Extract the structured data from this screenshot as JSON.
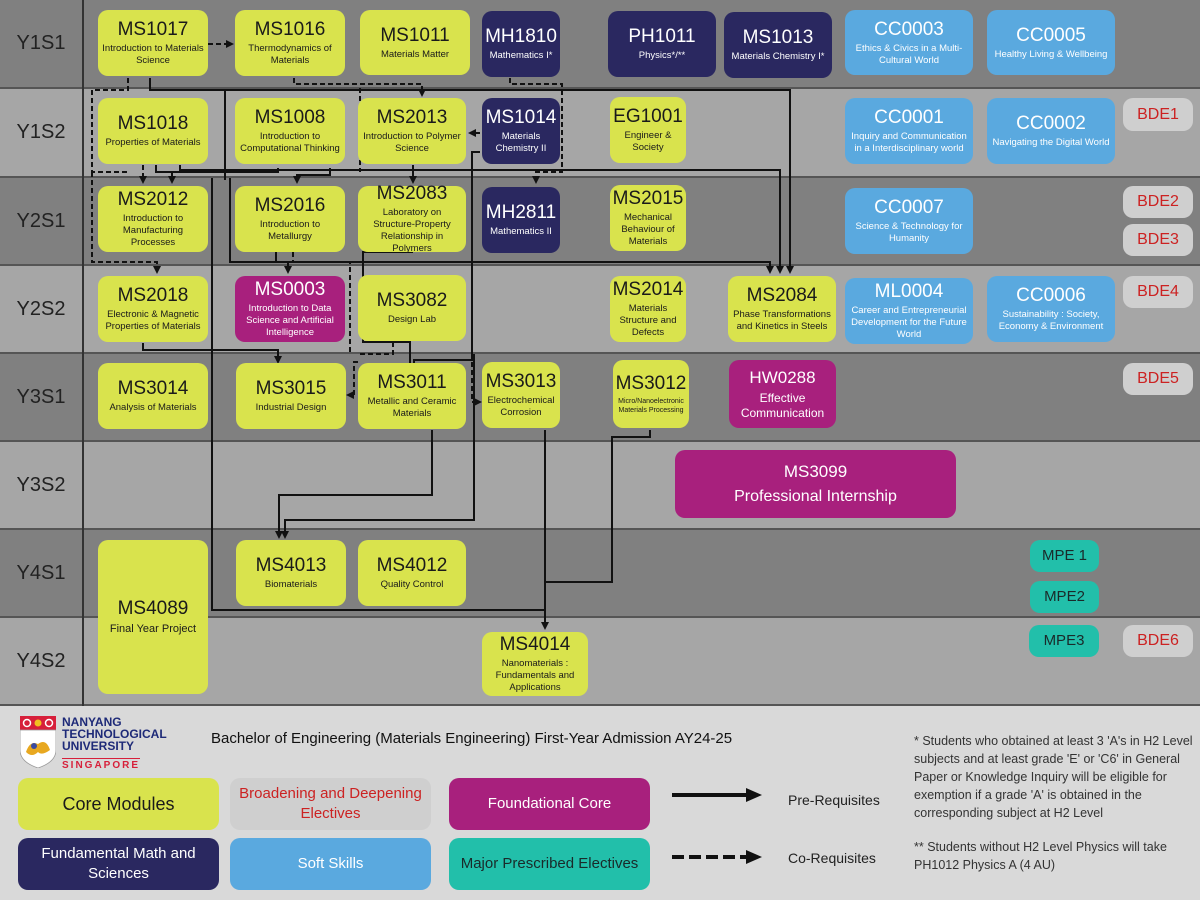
{
  "rows": [
    {
      "label": "Y1S1",
      "shade": "dark"
    },
    {
      "label": "Y1S2",
      "shade": "light"
    },
    {
      "label": "Y2S1",
      "shade": "dark"
    },
    {
      "label": "Y2S2",
      "shade": "light"
    },
    {
      "label": "Y3S1",
      "shade": "dark"
    },
    {
      "label": "Y3S2",
      "shade": "light"
    },
    {
      "label": "Y4S1",
      "shade": "dark"
    },
    {
      "label": "Y4S2",
      "shade": "light"
    }
  ],
  "modules": [
    {
      "code": "MS1017",
      "name": "Introduction to Materials Science",
      "type": "core",
      "term": "Y1S1"
    },
    {
      "code": "MS1016",
      "name": "Thermodynamics of Materials",
      "type": "core",
      "term": "Y1S1"
    },
    {
      "code": "MS1011",
      "name": "Materials Matter",
      "type": "core",
      "term": "Y1S1"
    },
    {
      "code": "MH1810",
      "name": "Mathematics I*",
      "type": "math",
      "term": "Y1S1"
    },
    {
      "code": "PH1011",
      "name": "Physics*/**",
      "type": "math",
      "term": "Y1S1"
    },
    {
      "code": "MS1013",
      "name": "Materials Chemistry I*",
      "type": "math",
      "term": "Y1S1"
    },
    {
      "code": "CC0003",
      "name": "Ethics & Civics in a Multi-Cultural World",
      "type": "soft",
      "term": "Y1S1"
    },
    {
      "code": "CC0005",
      "name": "Healthy Living & Wellbeing",
      "type": "soft",
      "term": "Y1S1"
    },
    {
      "code": "MS1018",
      "name": "Properties of Materials",
      "type": "core",
      "term": "Y1S2"
    },
    {
      "code": "MS1008",
      "name": "Introduction to Computational Thinking",
      "type": "core",
      "term": "Y1S2"
    },
    {
      "code": "MS2013",
      "name": "Introduction to Polymer Science",
      "type": "core",
      "term": "Y1S2"
    },
    {
      "code": "MS1014",
      "name": "Materials Chemistry II",
      "type": "math",
      "term": "Y1S2"
    },
    {
      "code": "EG1001",
      "name": "Engineer & Society",
      "type": "core",
      "term": "Y1S2"
    },
    {
      "code": "CC0001",
      "name": "Inquiry and Communication in a Interdisciplinary world",
      "type": "soft",
      "term": "Y1S2"
    },
    {
      "code": "CC0002",
      "name": "Navigating the Digital World",
      "type": "soft",
      "term": "Y1S2"
    },
    {
      "code": "BDE1",
      "name": "",
      "type": "bde",
      "term": "Y1S2"
    },
    {
      "code": "MS2012",
      "name": "Introduction to Manufacturing Processes",
      "type": "core",
      "term": "Y2S1"
    },
    {
      "code": "MS2016",
      "name": "Introduction to Metallurgy",
      "type": "core",
      "term": "Y2S1"
    },
    {
      "code": "MS2083",
      "name": "Laboratory on Structure-Property Relationship in Polymers",
      "type": "core",
      "term": "Y2S1"
    },
    {
      "code": "MH2811",
      "name": "Mathematics II",
      "type": "math",
      "term": "Y2S1"
    },
    {
      "code": "MS2015",
      "name": "Mechanical Behaviour of Materials",
      "type": "core",
      "term": "Y2S1"
    },
    {
      "code": "CC0007",
      "name": "Science & Technology for Humanity",
      "type": "soft",
      "term": "Y2S1"
    },
    {
      "code": "BDE2",
      "name": "",
      "type": "bde",
      "term": "Y2S1"
    },
    {
      "code": "BDE3",
      "name": "",
      "type": "bde",
      "term": "Y2S1"
    },
    {
      "code": "MS2018",
      "name": "Electronic & Magnetic Properties of Materials",
      "type": "core",
      "term": "Y2S2"
    },
    {
      "code": "MS0003",
      "name": "Introduction to Data Science and Artificial Intelligence",
      "type": "found",
      "term": "Y2S2"
    },
    {
      "code": "MS3082",
      "name": "Design Lab",
      "type": "core",
      "term": "Y2S2"
    },
    {
      "code": "MS2014",
      "name": "Materials Structure and Defects",
      "type": "core",
      "term": "Y2S2"
    },
    {
      "code": "MS2084",
      "name": "Phase Transformations and Kinetics in Steels",
      "type": "core",
      "term": "Y2S2"
    },
    {
      "code": "ML0004",
      "name": "Career and Entrepreneurial Development for the Future World",
      "type": "soft",
      "term": "Y2S2"
    },
    {
      "code": "CC0006",
      "name": "Sustainability : Society, Economy & Environment",
      "type": "soft",
      "term": "Y2S2"
    },
    {
      "code": "BDE4",
      "name": "",
      "type": "bde",
      "term": "Y2S2"
    },
    {
      "code": "MS3014",
      "name": "Analysis of Materials",
      "type": "core",
      "term": "Y3S1"
    },
    {
      "code": "MS3015",
      "name": "Industrial Design",
      "type": "core",
      "term": "Y3S1"
    },
    {
      "code": "MS3011",
      "name": "Metallic and Ceramic Materials",
      "type": "core",
      "term": "Y3S1"
    },
    {
      "code": "MS3013",
      "name": "Electrochemical Corrosion",
      "type": "core",
      "term": "Y3S1"
    },
    {
      "code": "MS3012",
      "name": "Micro/Nanoelectronic Materials Processing",
      "type": "core",
      "term": "Y3S1"
    },
    {
      "code": "HW0288",
      "name": "Effective Communication",
      "type": "found",
      "term": "Y3S1"
    },
    {
      "code": "BDE5",
      "name": "",
      "type": "bde",
      "term": "Y3S1"
    },
    {
      "code": "MS3099",
      "name": "Professional Internship",
      "type": "found",
      "term": "Y3S2"
    },
    {
      "code": "MS4089",
      "name": "Final Year Project",
      "type": "core",
      "term": "Y4S1-Y4S2"
    },
    {
      "code": "MS4013",
      "name": "Biomaterials",
      "type": "core",
      "term": "Y4S1"
    },
    {
      "code": "MS4012",
      "name": "Quality Control",
      "type": "core",
      "term": "Y4S1"
    },
    {
      "code": "MPE 1",
      "name": "",
      "type": "mpe",
      "term": "Y4S1"
    },
    {
      "code": "MPE2",
      "name": "",
      "type": "mpe",
      "term": "Y4S1"
    },
    {
      "code": "MS4014",
      "name": "Nanomaterials : Fundamentals and Applications",
      "type": "core",
      "term": "Y4S2"
    },
    {
      "code": "MPE3",
      "name": "",
      "type": "mpe",
      "term": "Y4S2"
    },
    {
      "code": "BDE6",
      "name": "",
      "type": "bde",
      "term": "Y4S2"
    }
  ],
  "colors": {
    "core": "#d9e34d",
    "math": "#2a2860",
    "soft": "#5aa9df",
    "found": "#a8207d",
    "bde": "#cfcfcf",
    "bde_text": "#cc2222",
    "mpe": "#22bfaa",
    "row_dark": "#808080",
    "row_light": "#a6a6a6"
  },
  "footer": {
    "logo": {
      "line1": "NANYANG",
      "line2": "TECHNOLOGICAL",
      "line3": "UNIVERSITY",
      "line4": "SINGAPORE"
    },
    "program_title": "Bachelor of Engineering (Materials Engineering) First-Year Admission AY24-25",
    "legend": {
      "core": "Core Modules",
      "bde": "Broadening and Deepening Electives",
      "found": "Foundational Core",
      "math": "Fundamental Math and Sciences",
      "soft": "Soft Skills",
      "mpe": "Major Prescribed Electives",
      "prereq": "Pre-Requisites",
      "coreq": "Co-Requisites"
    },
    "notes": [
      "* Students who obtained at least 3 'A's in H2 Level subjects and at least grade 'E' or 'C6' in General Paper or Knowledge Inquiry will be eligible for exemption if a grade 'A' is obtained in the corresponding subject at H2 Level",
      "** Students without H2 Level Physics will take PH1012 Physics A (4 AU)"
    ]
  }
}
